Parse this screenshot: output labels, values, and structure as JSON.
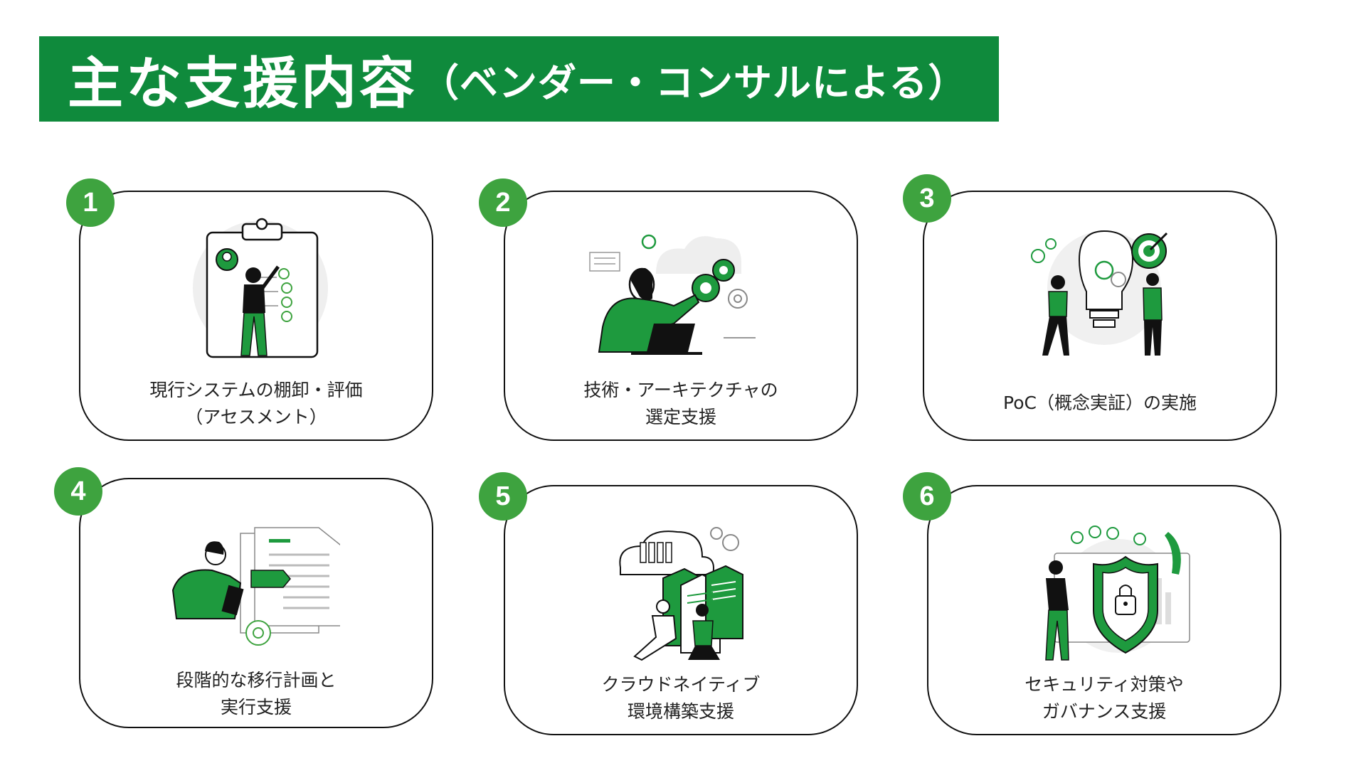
{
  "title": {
    "main": "主な支援内容",
    "sub": "（ベンダー・コンサルによる）"
  },
  "colors": {
    "brand_green": "#0f8a3c",
    "badge_green": "#3ea33f",
    "accent_green": "#1e9a3e"
  },
  "cards": [
    {
      "number": "1",
      "line1": "現行システムの棚卸・評価",
      "line2": "（アセスメント）",
      "icon": "clipboard-checklist-icon"
    },
    {
      "number": "2",
      "line1": "技術・アーキテクチャの",
      "line2": "選定支援",
      "icon": "cloud-gears-laptop-icon"
    },
    {
      "number": "3",
      "line1": "PoC（概念実証）の実施",
      "line2": "",
      "icon": "lightbulb-target-icon"
    },
    {
      "number": "4",
      "line1": "段階的な移行計画と",
      "line2": "実行支援",
      "icon": "document-plan-icon"
    },
    {
      "number": "5",
      "line1": "クラウドネイティブ",
      "line2": "環境構築支援",
      "icon": "cloud-server-icon"
    },
    {
      "number": "6",
      "line1": "セキュリティ対策や",
      "line2": "ガバナンス支援",
      "icon": "security-shield-icon"
    }
  ]
}
